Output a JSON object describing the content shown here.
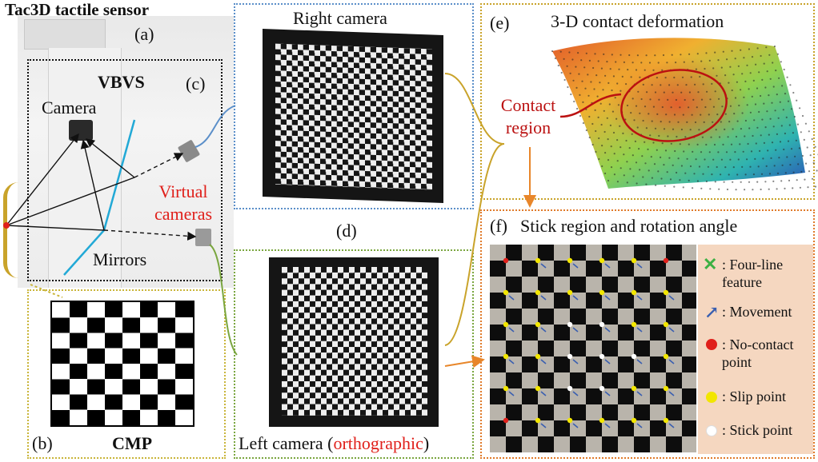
{
  "panels": {
    "a": {
      "title": "Tac3D tactile sensor",
      "tag": "(a)"
    },
    "b": {
      "tag": "(b)",
      "name": "CMP"
    },
    "c": {
      "tag": "(c)",
      "name": "VBVS",
      "camera": "Camera",
      "virtual": "Virtual cameras",
      "mirrors": "Mirrors"
    },
    "d": {
      "tag": "(d)",
      "right": "Right camera",
      "left_prefix": "Left camera (",
      "left_note": "orthographic",
      "left_suffix": ")"
    },
    "e": {
      "tag": "(e)",
      "title": "3-D contact deformation",
      "contact": "Contact region"
    },
    "f": {
      "tag": "(f)",
      "title": "Stick region and rotation angle"
    }
  },
  "legend": [
    {
      "marker": "green-cross-icon",
      "text": ": Four-line feature",
      "color": "#3cb043"
    },
    {
      "marker": "blue-arrow-icon",
      "text": ": Movement",
      "color": "#3a5fb0"
    },
    {
      "marker": "red-dot-icon",
      "text": ": No-contact point",
      "color": "#e0201b"
    },
    {
      "marker": "yellow-dot-icon",
      "text": ": Slip point",
      "color": "#f2e600"
    },
    {
      "marker": "white-dot-icon",
      "text": ": Stick point",
      "color": "#ffffff"
    }
  ],
  "colors": {
    "panel_c_border": "#111111",
    "panel_b_border": "#c9b53a",
    "panel_d_top_border": "#5b8fc9",
    "panel_d_bottom_border": "#7aa63f",
    "panel_e_border": "#c9a32a",
    "panel_f_border": "#e07a2a",
    "connector_orange": "#e8862a",
    "connector_gold": "#c9a32a"
  }
}
